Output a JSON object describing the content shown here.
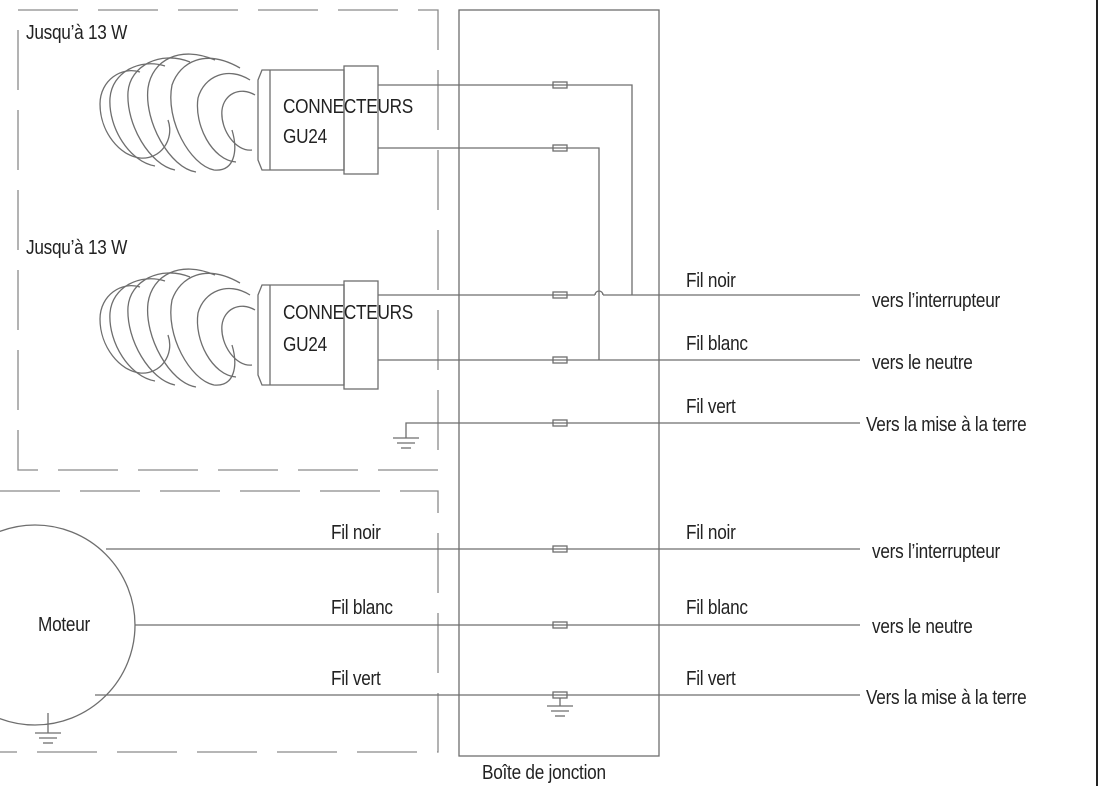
{
  "colors": {
    "line": "#6e6e6e",
    "text": "#222222",
    "dash": "#8a8a8a"
  },
  "lamp_top": {
    "wattage": "Jusqu’à 13 W",
    "connector_line1": "CONNECTEURS",
    "connector_line2": "GU24"
  },
  "lamp_bottom": {
    "wattage": "Jusqu’à 13 W",
    "connector_line1": "CONNECTEURS",
    "connector_line2": "GU24"
  },
  "lamp_wires": {
    "black": {
      "label": "Fil noir",
      "destination": "vers l’interrupteur"
    },
    "white": {
      "label": "Fil blanc",
      "destination": "vers le neutre"
    },
    "green": {
      "label": "Fil vert",
      "destination": "Vers la mise à la terre"
    }
  },
  "motor": {
    "label": "Moteur",
    "black_label": "Fil noir",
    "white_label": "Fil blanc",
    "green_label": "Fil vert"
  },
  "motor_wires": {
    "black": {
      "label": "Fil noir",
      "destination": "vers l’interrupteur"
    },
    "white": {
      "label": "Fil blanc",
      "destination": "vers le neutre"
    },
    "green": {
      "label": "Fil vert",
      "destination": "Vers la mise à la terre"
    }
  },
  "junction_box": {
    "label": "Boîte de jonction"
  }
}
